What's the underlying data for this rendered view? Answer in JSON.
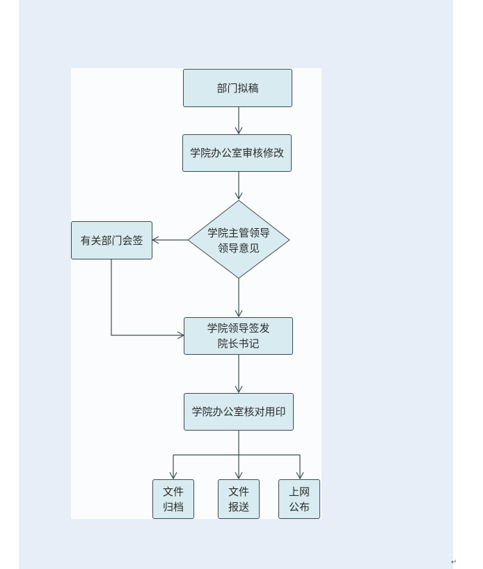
{
  "nodes": {
    "draft": "部门拟稿",
    "office_review": "学院办公室审核修改",
    "supervisor": "学院主管领导\n领导意见",
    "countersign": "有关部门会签",
    "leader_sign": "学院领导签发\n院长书记",
    "office_check": "学院办公室核对用印",
    "archive": "文件\n归档",
    "submit": "文件\n报送",
    "publish": "上网\n公布"
  },
  "colors": {
    "page_background": "#e7eef8",
    "node_fill": "#d8ebf0",
    "node_border": "#3d4a50",
    "edge": "#3d4a50"
  },
  "edges": [
    {
      "from": "draft",
      "to": "office_review"
    },
    {
      "from": "office_review",
      "to": "supervisor"
    },
    {
      "from": "supervisor",
      "to": "countersign"
    },
    {
      "from": "supervisor",
      "to": "leader_sign"
    },
    {
      "from": "countersign",
      "to": "leader_sign"
    },
    {
      "from": "leader_sign",
      "to": "office_check"
    },
    {
      "from": "office_check",
      "to": "archive"
    },
    {
      "from": "office_check",
      "to": "submit"
    },
    {
      "from": "office_check",
      "to": "publish"
    }
  ],
  "return_mark": "↵"
}
